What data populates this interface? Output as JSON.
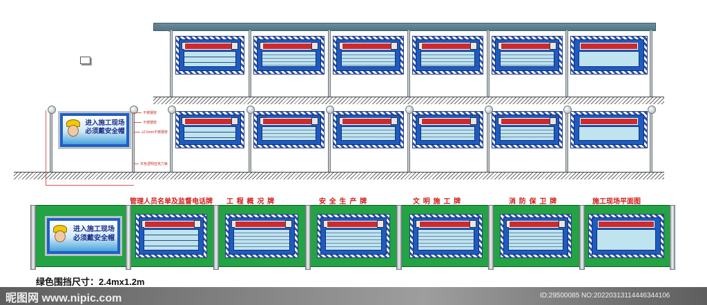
{
  "poster_text": {
    "line1": "进入施工现场",
    "line2": "必须戴安全帽"
  },
  "side_notes": [
    "不锈钢管",
    "不锈钢管",
    "≥2.5mm不锈钢管",
    "灰色透明亚克力板"
  ],
  "fence_titles": [
    "管理人员名单及监督电话牌",
    "工 程 概 况 牌",
    "安 全 生 产 牌",
    "文 明 施 工 牌",
    "消 防 保 卫 牌",
    "施工现场平面图"
  ],
  "size_caption": "绿色围挡尺寸：2.4mx1.2m",
  "watermark": {
    "left": "昵图网 www.nipic.com",
    "right": "ID:29500085 NO:20220313114446344106"
  },
  "colors": {
    "fence": "#23a344",
    "board_blue": "#1e5bbf",
    "header_red": "#cf2a2a",
    "canopy": "#5e8495"
  }
}
